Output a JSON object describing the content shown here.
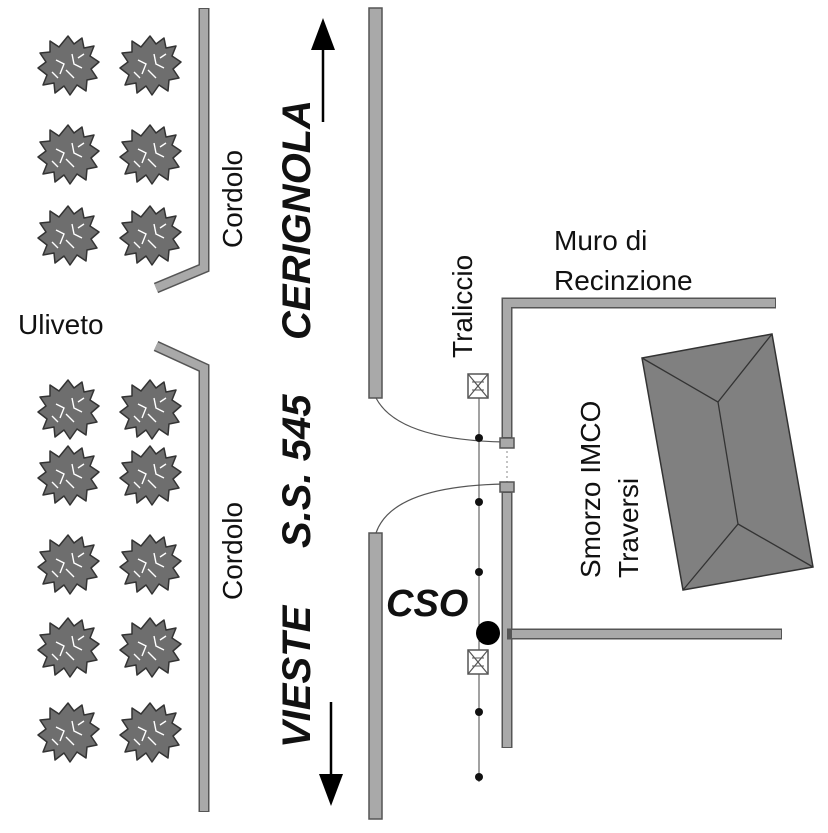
{
  "labels": {
    "uliveto": "Uliveto",
    "cordolo_top": "Cordolo",
    "cordolo_bottom": "Cordolo",
    "road_north": "CERIGNOLA",
    "road_south": "VIESTE",
    "road_name": "S.S. 545",
    "traliccio": "Traliccio",
    "muro_line1": "Muro di",
    "muro_line2": "Recinzione",
    "building_line1": "Smorzo IMCO",
    "building_line2": "Traversi",
    "cso": "CSO"
  },
  "icons": {
    "tree": "olive-tree-icon",
    "arrow_north": "arrow-up-icon",
    "arrow_south": "arrow-down-icon",
    "pylon": "pylon-cross-box-icon",
    "cso_point": "filled-circle-icon"
  },
  "colors": {
    "wall_fill": "#a9a9a9",
    "building_fill": "#808080",
    "tree_fill": "#6e6e6e",
    "ink": "#111111"
  }
}
